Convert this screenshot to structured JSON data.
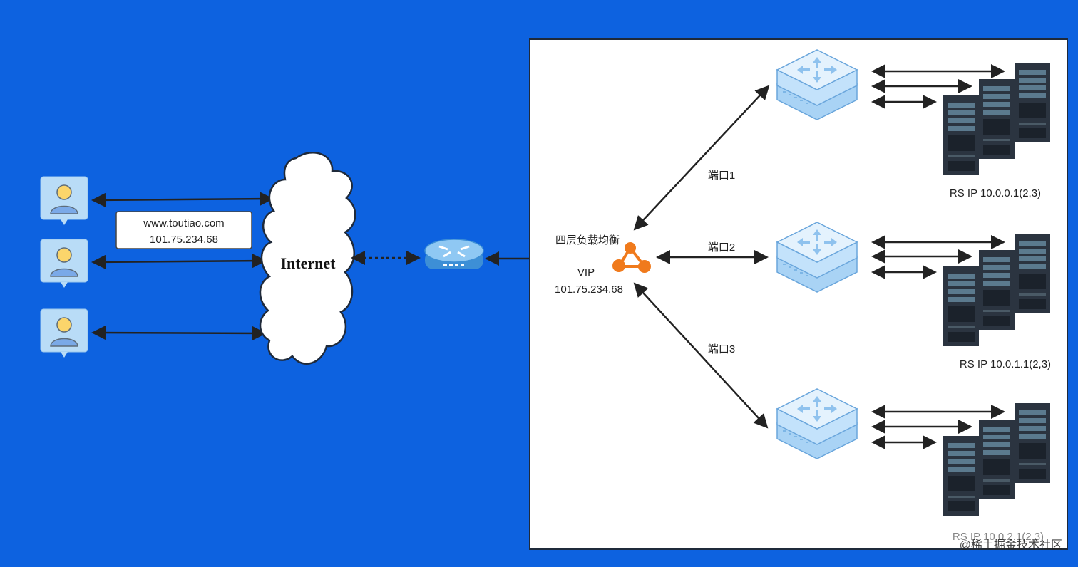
{
  "left": {
    "dns_box": {
      "domain": "www.toutiao.com",
      "ip": "101.75.234.68"
    },
    "cloud_label": "Internet"
  },
  "datacenter": {
    "lb": {
      "title": "四层负载均衡",
      "vip_label": "VIP",
      "vip_ip": "101.75.234.68"
    },
    "ports": [
      "端口1",
      "端口2",
      "端口3"
    ],
    "rs_labels": [
      "RS IP 10.0.0.1(2,3)",
      "RS IP 10.0.1.1(2,3)",
      "RS IP 10.0.2.1(2,3)"
    ]
  },
  "watermark": "@稀土掘金技术社区",
  "colors": {
    "background": "#0d62e0",
    "user_icon_bg": "#b9dcf7",
    "lb_icon": "#f07a1c",
    "switch": "#bfe0fa",
    "server": "#2b3440"
  }
}
